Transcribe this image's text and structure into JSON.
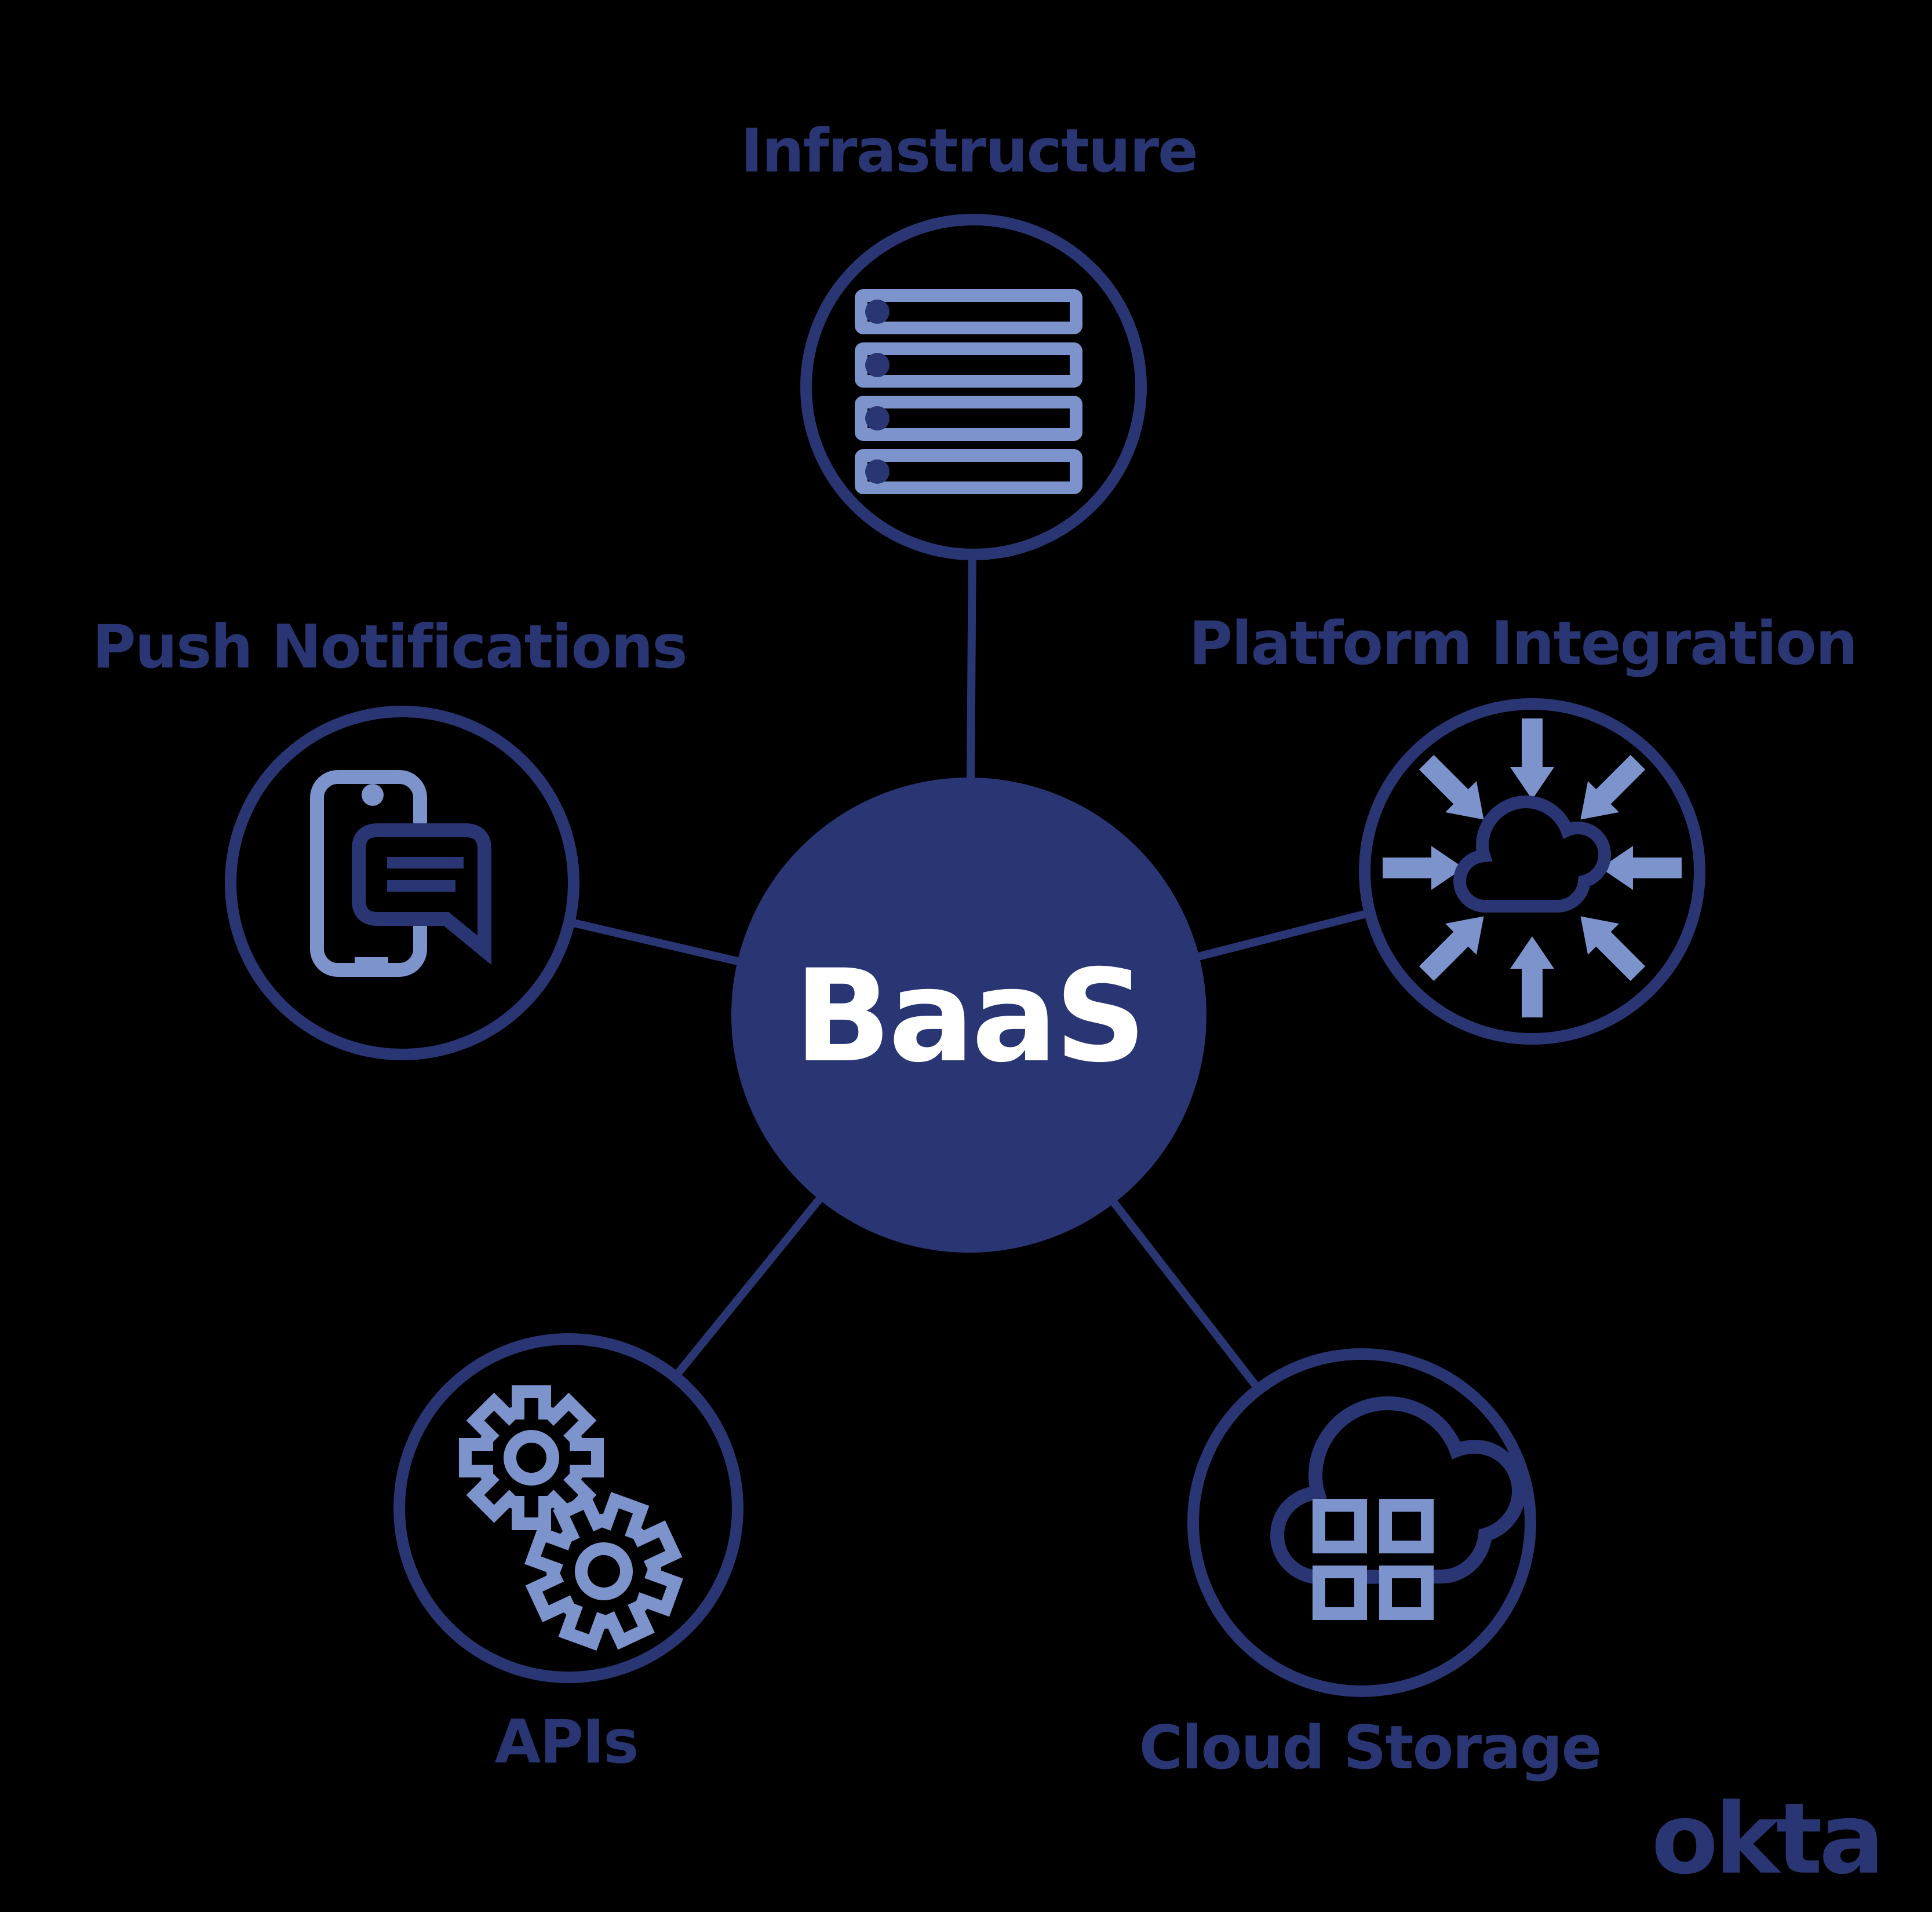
{
  "diagram": {
    "center": {
      "label": "BaaS"
    },
    "nodes": [
      {
        "id": "infrastructure",
        "label": "Infrastructure",
        "icon": "server-stack-icon"
      },
      {
        "id": "push-notifications",
        "label": "Push Notifications",
        "icon": "phone-chat-icon"
      },
      {
        "id": "platform-integration",
        "label": "Platform Integration",
        "icon": "cloud-converge-arrows-icon"
      },
      {
        "id": "apis",
        "label": "APIs",
        "icon": "gears-icon"
      },
      {
        "id": "cloud-storage",
        "label": "Cloud Storage",
        "icon": "cloud-grid-icon"
      }
    ],
    "colors": {
      "background": "#000000",
      "navy": "#293673",
      "light_blue": "#7d93cc",
      "center_text": "#ffffff"
    }
  },
  "branding": {
    "logo_text": "okta"
  }
}
